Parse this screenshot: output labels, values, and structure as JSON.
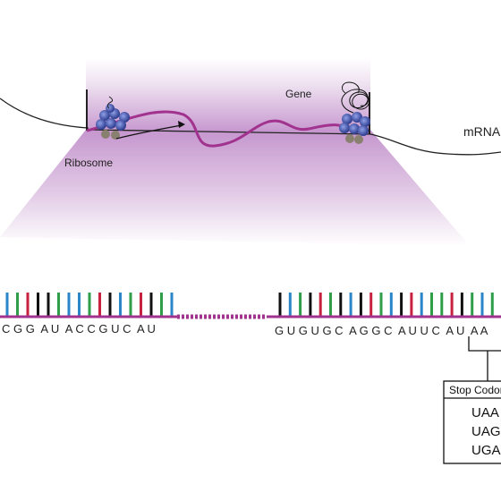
{
  "labels": {
    "gene": "Gene",
    "mrna": "mRNA",
    "ribosome": "Ribosome"
  },
  "sequence": {
    "left": "C G G  A U  A C C G U C  A U",
    "right": "G U G U G C  A G G C  A U U C  A U  A A"
  },
  "stop_box": {
    "title": "Stop Codons",
    "codons": [
      "UAA",
      "UAG",
      "UGA"
    ]
  },
  "colors": {
    "strand": "#a1338f",
    "gradient": "#b782c4",
    "base_green": "#2e9e4a",
    "base_blue": "#2a86c8",
    "base_red": "#c8213f",
    "base_black": "#111111",
    "ribosome": "#3c4fa8"
  },
  "icons": [
    "ribosome-icon",
    "protein-chain-icon",
    "arrow-icon"
  ]
}
